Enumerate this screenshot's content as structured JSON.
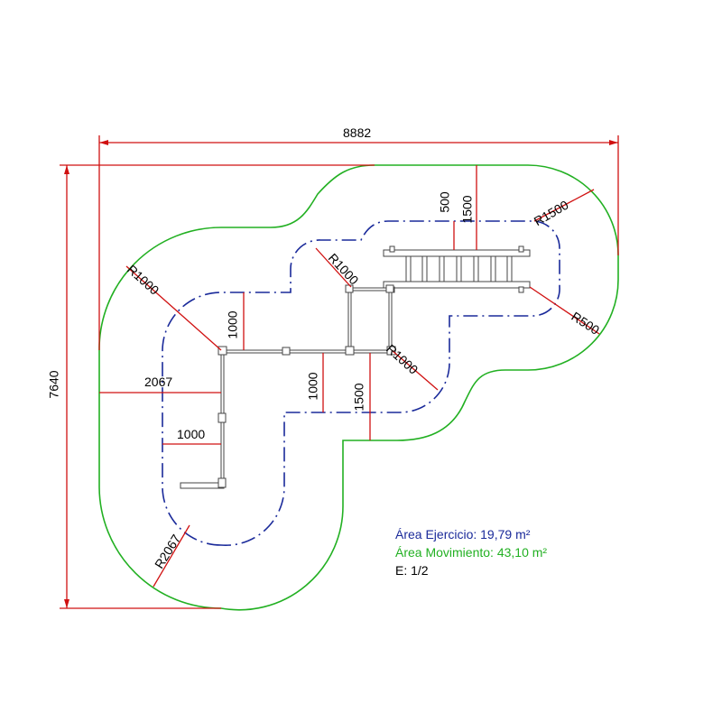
{
  "dimensions": {
    "width": "8882",
    "height": "7640",
    "r_top_right": "R1500",
    "r_right": "R500",
    "r_left_top": "R1000",
    "r_mid_top": "R1000",
    "r_mid": "R1000",
    "r_bottom_left": "R2067",
    "d_500": "500",
    "d_1500_top": "1500",
    "d_1000_left": "1000",
    "d_1000_mid": "1000",
    "d_1500_mid": "1500",
    "d_2067": "2067",
    "d_1000_bottom": "1000"
  },
  "legend": {
    "exercise_area": "Área Ejercicio: 19,79 m²",
    "movement_area": "Área Movimiento: 43,10 m²",
    "scale": "E: 1/2"
  },
  "colors": {
    "dimension": "#d01010",
    "movement_area": "#22b022",
    "exercise_area": "#1a2a9a",
    "text": "#000000"
  }
}
